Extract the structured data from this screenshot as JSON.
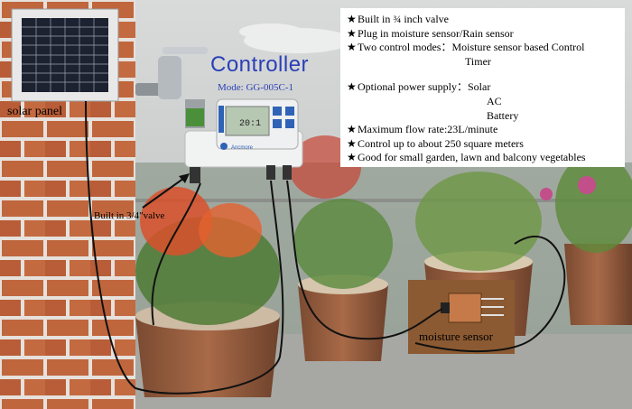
{
  "labels": {
    "solar_panel": "solar panel",
    "valve": "Built in 3/4\"valve",
    "moisture_sensor": "moisture sensor"
  },
  "controller": {
    "title": "Controller",
    "model": "Mode: GG-005C-1",
    "display": "20:1",
    "brand": "Ancmore"
  },
  "features": {
    "star": "★",
    "valve": "Built in ¾ inch valve",
    "plug": "Plug in moisture sensor/Rain sensor",
    "modes": "Two control modes：Moisture sensor based Control",
    "modes_cont": "Timer",
    "power": "Optional power supply：Solar",
    "power_ac": "AC",
    "power_battery": "Battery",
    "flow": "Maximum flow rate:23L/minute",
    "area": "Control up to about 250 square meters",
    "use": "Good for small garden, lawn and balcony vegetables"
  },
  "colors": {
    "title_blue": "#2a3fb6",
    "brick": "#c0663d",
    "water_cable": "#111111"
  }
}
